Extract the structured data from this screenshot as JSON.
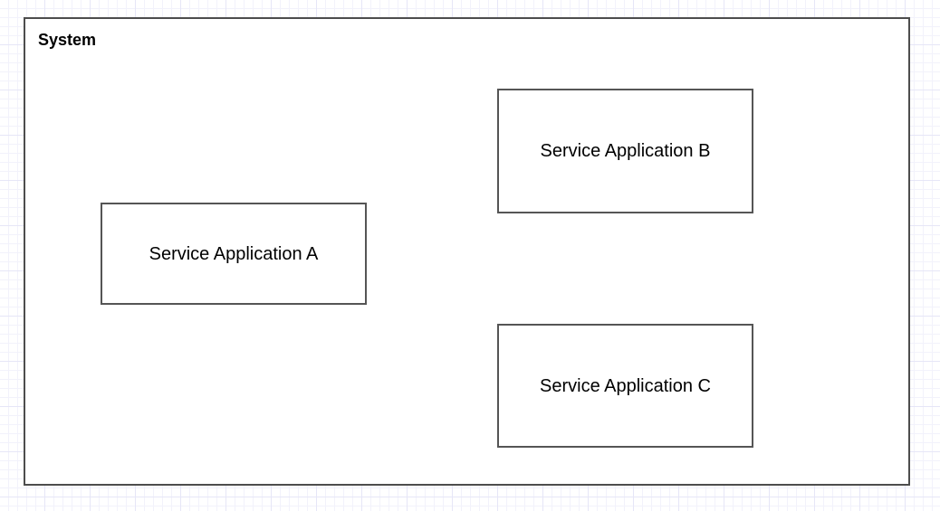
{
  "diagram": {
    "title": "System",
    "boundary": {
      "label": "System",
      "border_color": "#4d4d4d",
      "fill_color": "#ffffff"
    },
    "canvas": {
      "background_color": "#ffffff",
      "grid_minor_color": "#f2f2fb",
      "grid_major_color": "#e6e6f7",
      "grid_minor_spacing": "10",
      "grid_major_spacing": "50"
    },
    "nodes": [
      {
        "id": "service-application-a",
        "label": "Service Application A",
        "border_color": "#555555",
        "fill_color": "#ffffff"
      },
      {
        "id": "service-application-b",
        "label": "Service Application B",
        "border_color": "#555555",
        "fill_color": "#ffffff"
      },
      {
        "id": "service-application-c",
        "label": "Service Application C",
        "border_color": "#555555",
        "fill_color": "#ffffff"
      }
    ]
  }
}
